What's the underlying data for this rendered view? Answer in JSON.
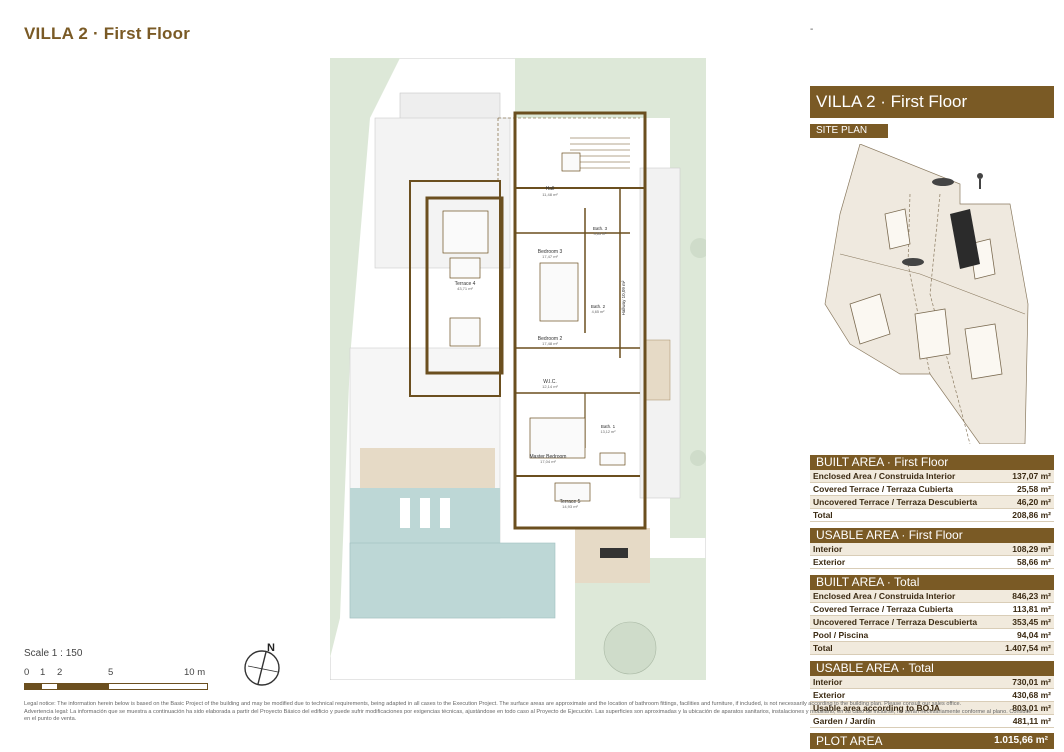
{
  "header": {
    "title": "VILLA 2 · First Floor",
    "corner_mark": "-"
  },
  "panel": {
    "title": "VILLA 2 · First Floor",
    "site_plan_label": "SITE PLAN"
  },
  "sections": [
    {
      "title": "BUILT AREA · First Floor",
      "rows": [
        {
          "label": "Enclosed Area / Construida Interior",
          "value": "137,07 m²"
        },
        {
          "label": "Covered Terrace / Terraza Cubierta",
          "value": "25,58 m²"
        },
        {
          "label": "Uncovered Terrace / Terraza Descubierta",
          "value": "46,20 m²"
        },
        {
          "label": "Total",
          "value": "208,86 m²"
        }
      ]
    },
    {
      "title": "USABLE AREA · First Floor",
      "rows": [
        {
          "label": "Interior",
          "value": "108,29 m²"
        },
        {
          "label": "Exterior",
          "value": "58,66 m²"
        }
      ]
    },
    {
      "title": "BUILT AREA · Total",
      "rows": [
        {
          "label": "Enclosed Area / Construida Interior",
          "value": "846,23 m²"
        },
        {
          "label": "Covered Terrace / Terraza Cubierta",
          "value": "113,81 m²"
        },
        {
          "label": "Uncovered Terrace / Terraza Descubierta",
          "value": "353,45 m²"
        },
        {
          "label": "Pool / Piscina",
          "value": "94,04 m²"
        },
        {
          "label": "Total",
          "value": "1.407,54 m²"
        }
      ]
    },
    {
      "title": "USABLE AREA · Total",
      "rows": [
        {
          "label": "Interior",
          "value": "730,01 m²"
        },
        {
          "label": "Exterior",
          "value": "430,68 m²"
        },
        {
          "label": "Usable area according to BOJA",
          "value": "803,01 m²"
        },
        {
          "label": "Garden / Jardín",
          "value": "481,11 m²"
        }
      ]
    }
  ],
  "plot_area": {
    "label": "PLOT AREA",
    "value": "1.015,66 m²"
  },
  "rooms": [
    {
      "name": "Hall",
      "area": "11,48 m²"
    },
    {
      "name": "Bath. 3",
      "area": "4,65 m²"
    },
    {
      "name": "Bedroom 3",
      "area": "17,47 m²"
    },
    {
      "name": "Terrace 4",
      "area": "43,71 m²"
    },
    {
      "name": "Hallway",
      "area": "10,09 m²"
    },
    {
      "name": "Bath. 2",
      "area": "4,65 m²"
    },
    {
      "name": "Bedroom 2",
      "area": "17,48 m²"
    },
    {
      "name": "W.I.C.",
      "area": "12,14 m²"
    },
    {
      "name": "Bath. 1",
      "area": "13,12 m²"
    },
    {
      "name": "Master Bedroom",
      "area": "17,04 m²"
    },
    {
      "name": "Terrace 5",
      "area": "14,93 m²"
    }
  ],
  "scale": {
    "label": "Scale 1 : 150",
    "ticks": [
      "0",
      "1",
      "2",
      "5",
      "10 m"
    ]
  },
  "compass": {
    "label": "N"
  },
  "legal": {
    "en": "Legal notice: The information herein below is based on the Basic Project of the building and may be modified due to technical requirements, being adapted in all cases to the Execution Project. The surface areas are approximate and the location of bathroom fittings, facilities and furniture, if included, is not necessarily according to the building plan. Please consult our sales office.",
    "es": "Advertencia legal: La información que se muestra a continuación ha sido elaborada a partir del Proyecto Básico del edificio y puede sufrir modificaciones por exigencias técnicas, ajustándose en todo caso al Proyecto de Ejecución. Las superficies son aproximadas y la ubicación de aparatos sanitarios, instalaciones y mobiliario, en su caso de incluirse, no serán necesariamente conforme al plano. Consulte en el punto de venta."
  },
  "colors": {
    "brand": "#7a5a25",
    "wall": "#6b4f1f",
    "green": "#dde8d8",
    "pool": "#bdd7d6",
    "deck": "#e6dac6"
  }
}
